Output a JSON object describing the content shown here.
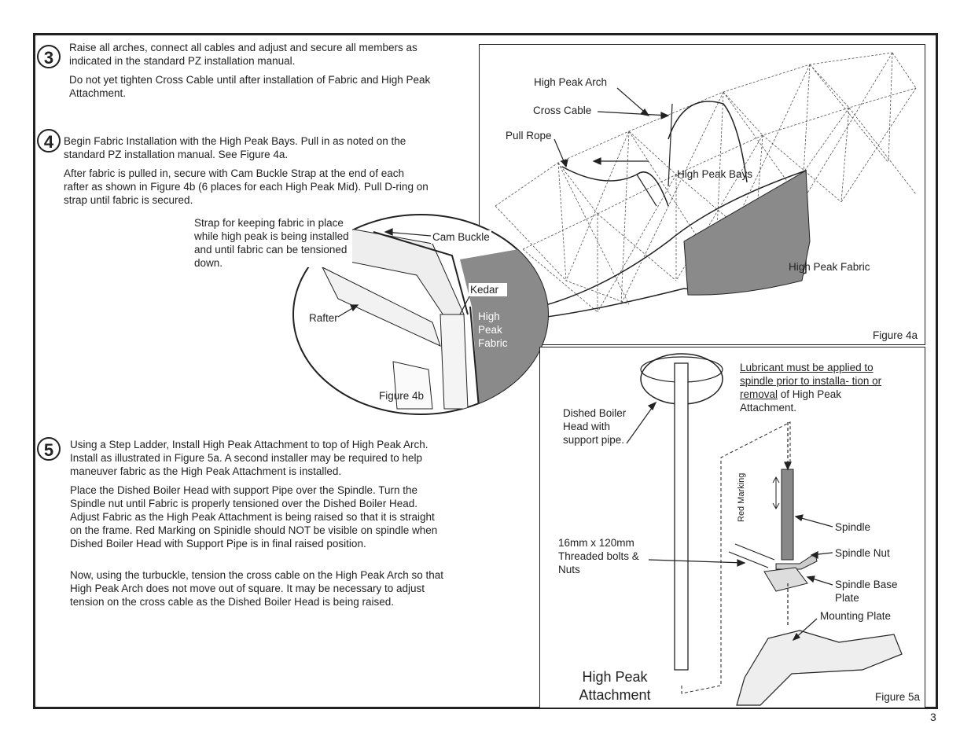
{
  "steps": {
    "step3": {
      "number": "3",
      "p1": "Raise all arches, connect all cables and adjust and secure all members as indicated in the standard PZ installation manual.",
      "p2": "Do not yet tighten Cross Cable until after installation of Fabric and High Peak Attachment."
    },
    "step4": {
      "number": "4",
      "p1": "Begin Fabric Installation with the High Peak Bays.  Pull in as noted on the standard PZ installation manual.  See Figure 4a.",
      "p2": "After fabric is pulled in, secure with Cam Buckle Strap at the end of each rafter as shown in Figure 4b (6 places for each High Peak Mid).  Pull D-ring on strap until fabric is secured."
    },
    "step5": {
      "number": "5",
      "p1": "Using a Step Ladder, Install High Peak Attachment to top of High Peak Arch.  Install as illustrated in Figure 5a.  A second installer may be required to help maneuver fabric as the High Peak Attachment is installed.",
      "p2": "Place the Dished Boiler Head with support Pipe over the Spindle.  Turn the Spindle nut until Fabric is properly tensioned over the Dished Boiler Head.  Adjust Fabric as the High Peak Attachment is being raised so that it is straight on the frame.  Red Marking on Spinidle should NOT be visible on spindle when Dished Boiler Head with Support Pipe is in final raised position.",
      "p3": "Now, using the turbuckle, tension the cross cable on the High Peak Arch so that High Peak Arch does not move out of square.  It may be necessary to adjust tension on the cross cable as the Dished Boiler Head is being raised."
    }
  },
  "figure4a": {
    "caption": "Figure 4a",
    "labels": {
      "high_peak_arch": "High Peak Arch",
      "cross_cable": "Cross Cable",
      "pull_rope": "Pull Rope",
      "high_peak_bays": "High Peak Bays",
      "high_peak_fabric": "High Peak Fabric"
    }
  },
  "figure4b": {
    "caption": "Figure 4b",
    "strap_note": "Strap for keeping fabric in place while high peak is being installed and until fabric can be tensioned down.",
    "labels": {
      "cam_buckle": "Cam Buckle",
      "kedar": "Kedar",
      "rafter": "Rafter",
      "fabric_line1": "High",
      "fabric_line2": "Peak",
      "fabric_line3": "Fabric"
    }
  },
  "figure5a": {
    "caption": "Figure 5a",
    "title_line1": "High Peak",
    "title_line2": "Attachment",
    "lubricant_underlined": "Lubricant must be applied to spindle prior to installa- tion or removal",
    "lubricant_rest": " of High Peak Attachment.",
    "labels": {
      "dished_boiler_head": "Dished Boiler Head with support pipe.",
      "red_marking": "Red Marking",
      "spindle": "Spindle",
      "spindle_nut": "Spindle Nut",
      "bolts": "16mm x 120mm Threaded bolts & Nuts",
      "spindle_base_plate": "Spindle Base Plate",
      "mounting_plate": "Mounting Plate"
    }
  },
  "page_number": "3",
  "colors": {
    "fabric_gray": "#8a8a8a",
    "line": "#222222"
  }
}
